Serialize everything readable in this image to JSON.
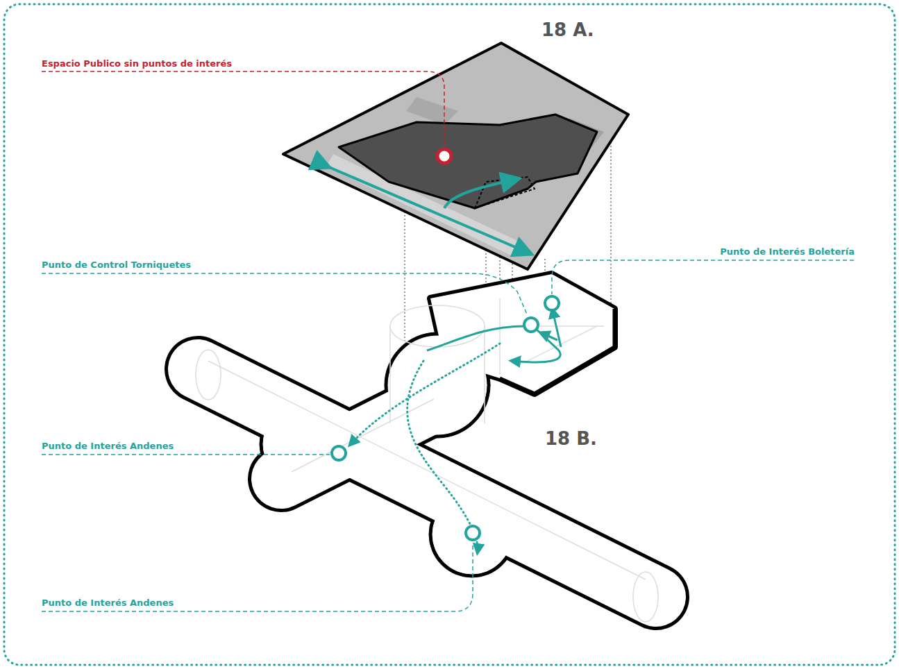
{
  "diagram": {
    "labels": [
      "18 A.",
      "Espacio Publico sin puntos de interés",
      "Punto de Interés Boletería",
      "Punto de Control Torniquetes",
      "Punto de Interés Andenes",
      "18 B.",
      "Punto de Interés Andenes"
    ]
  }
}
